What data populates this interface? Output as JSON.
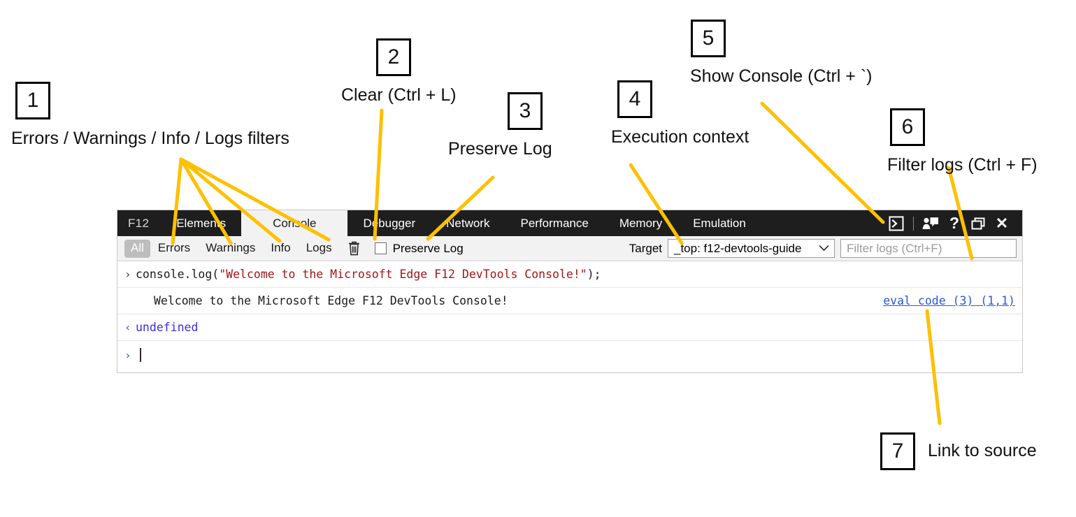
{
  "devtools": {
    "brand": "F12",
    "tabs": [
      {
        "label": "Elements",
        "active": false
      },
      {
        "label": "Console",
        "active": true
      },
      {
        "label": "Debugger",
        "active": false
      },
      {
        "label": "Network",
        "active": false
      },
      {
        "label": "Performance",
        "active": false
      },
      {
        "label": "Memory",
        "active": false
      },
      {
        "label": "Emulation",
        "active": false
      }
    ],
    "tools": [
      {
        "name": "show-console-icon",
        "glyph": ">_"
      },
      {
        "name": "feedback-icon",
        "glyph": "feedback"
      },
      {
        "name": "help-icon",
        "glyph": "?"
      },
      {
        "name": "dock-window-icon",
        "glyph": "dock"
      },
      {
        "name": "close-icon",
        "glyph": "X"
      }
    ],
    "filterbar": {
      "filters": [
        {
          "label": "All",
          "selected": true
        },
        {
          "label": "Errors",
          "selected": false
        },
        {
          "label": "Warnings",
          "selected": false
        },
        {
          "label": "Info",
          "selected": false
        },
        {
          "label": "Logs",
          "selected": false
        }
      ],
      "clear_icon": "trash-icon",
      "preserve_log_label": "Preserve Log",
      "preserve_log_checked": false,
      "target_label": "Target",
      "target_value": "_top: f12-devtools-guide",
      "target_caret": "⌄",
      "filter_placeholder": "Filter logs (Ctrl+F)"
    },
    "console": {
      "rows": [
        {
          "type": "input",
          "gutter": "›",
          "code_prefix": "console.log(",
          "code_string": "\"Welcome to the Microsoft Edge F12 DevTools Console!\"",
          "code_suffix": ");"
        },
        {
          "type": "output-message",
          "gutter": "",
          "message": "Welcome to the Microsoft Edge F12 DevTools Console!",
          "source_link": "eval code (3) (1,1)"
        },
        {
          "type": "return",
          "gutter": "‹",
          "value": "undefined"
        }
      ],
      "prompt_gutter": "›",
      "prompt_value": ""
    }
  },
  "annotations": {
    "accent_color": "#FFC000",
    "items": [
      {
        "number": "1",
        "label": "Errors / Warnings / Info / Logs filters"
      },
      {
        "number": "2",
        "label": "Clear (Ctrl + L)"
      },
      {
        "number": "3",
        "label": "Preserve Log"
      },
      {
        "number": "4",
        "label": "Execution context"
      },
      {
        "number": "5",
        "label": "Show Console (Ctrl + `)"
      },
      {
        "number": "6",
        "label": "Filter logs (Ctrl + F)"
      },
      {
        "number": "7",
        "label": "Link to source"
      }
    ]
  }
}
